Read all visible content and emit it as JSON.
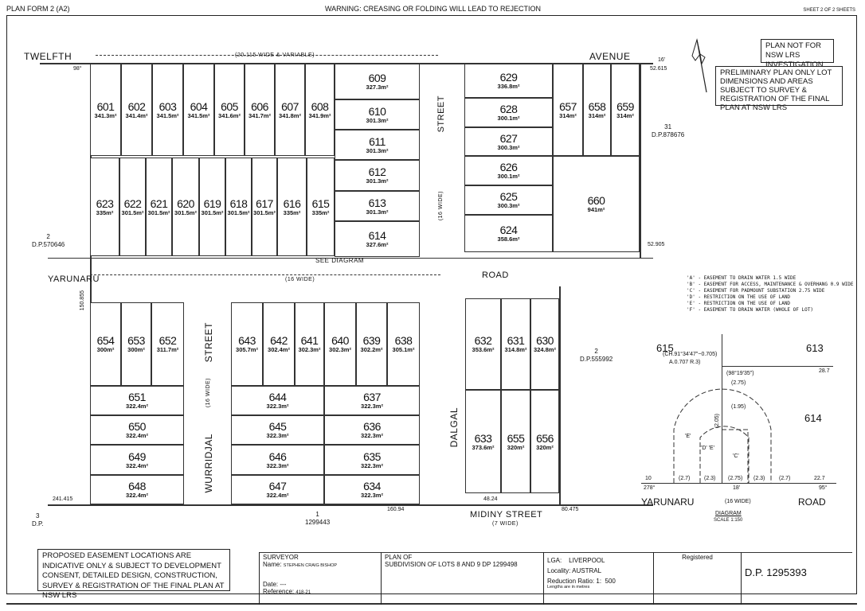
{
  "header": {
    "form": "PLAN FORM 2 (A2)",
    "warning": "WARNING: CREASING OR FOLDING WILL LEAD TO REJECTION",
    "sheet": "SHEET 2 OF 2 SHEETS"
  },
  "notes": {
    "not_for_investigation": "PLAN NOT FOR NSW LRS INVESTIGATION",
    "preliminary": "PRELIMINARY PLAN ONLY LOT DIMENSIONS AND AREAS SUBJECT TO SURVEY & REGISTRATION OF THE FINAL PLAN AT NSW LRS",
    "easement": "PROPOSED EASEMENT LOCATIONS ARE INDICATIVE ONLY & SUBJECT TO DEVELOPMENT CONSENT, DETAILED DESIGN, CONSTRUCTION, SURVEY & REGISTRATION OF THE FINAL PLAN AT NSW LRS"
  },
  "roads": {
    "twelfth": "TWELFTH",
    "avenue": "AVENUE",
    "twelfth_width": "(20.115 WIDE & VARIABLE)",
    "yarunaru": "YARUNARU",
    "yarunaru_road": "ROAD",
    "yarunaru_width": "(16 WIDE)",
    "street_top": "STREET",
    "street_top_width": "(16 WIDE)",
    "wurridjal": "WURRIDJAL",
    "wurridjal_street": "STREET",
    "wurridjal_width": "(16 WIDE)",
    "dalgal": "DALGAL",
    "midiny": "MIDINY STREET",
    "midiny_width": "(7 WIDE)",
    "see_diagram": "SEE   DIAGRAM"
  },
  "adjoining": [
    {
      "lot": "2",
      "dp": "D.P.570646"
    },
    {
      "lot": "31",
      "dp": "D.P.878676"
    },
    {
      "lot": "2",
      "dp": "D.P.555992"
    },
    {
      "lot": "1",
      "dp": "1299443"
    },
    {
      "lot": "3",
      "dp": "D.P."
    }
  ],
  "lots": [
    {
      "number": "601",
      "area": "341.3m²"
    },
    {
      "number": "602",
      "area": "341.4m²"
    },
    {
      "number": "603",
      "area": "341.5m²"
    },
    {
      "number": "604",
      "area": "341.5m²"
    },
    {
      "number": "605",
      "area": "341.6m²"
    },
    {
      "number": "606",
      "area": "341.7m²"
    },
    {
      "number": "607",
      "area": "341.8m²"
    },
    {
      "number": "608",
      "area": "341.9m²"
    },
    {
      "number": "609",
      "area": "327.3m²"
    },
    {
      "number": "610",
      "area": "301.3m²"
    },
    {
      "number": "611",
      "area": "301.3m²"
    },
    {
      "number": "612",
      "area": "301.3m²"
    },
    {
      "number": "613",
      "area": "301.3m²"
    },
    {
      "number": "614",
      "area": "327.6m²"
    },
    {
      "number": "615",
      "area": "335m²"
    },
    {
      "number": "616",
      "area": "335m²"
    },
    {
      "number": "617",
      "area": "301.5m²"
    },
    {
      "number": "618",
      "area": "301.5m²"
    },
    {
      "number": "619",
      "area": "301.5m²"
    },
    {
      "number": "620",
      "area": "301.5m²"
    },
    {
      "number": "621",
      "area": "301.5m²"
    },
    {
      "number": "622",
      "area": "301.5m²"
    },
    {
      "number": "623",
      "area": "335m²"
    },
    {
      "number": "624",
      "area": "358.6m²"
    },
    {
      "number": "625",
      "area": "300.3m²"
    },
    {
      "number": "626",
      "area": "300.1m²"
    },
    {
      "number": "627",
      "area": "300.3m²"
    },
    {
      "number": "628",
      "area": "300.1m²"
    },
    {
      "number": "629",
      "area": "336.8m²"
    },
    {
      "number": "657",
      "area": "314m²"
    },
    {
      "number": "658",
      "area": "314m²"
    },
    {
      "number": "659",
      "area": "314m²"
    },
    {
      "number": "660",
      "area": "941m²"
    },
    {
      "number": "654",
      "area": "300m²"
    },
    {
      "number": "653",
      "area": "300m²"
    },
    {
      "number": "652",
      "area": "311.7m²"
    },
    {
      "number": "651",
      "area": "322.4m²"
    },
    {
      "number": "650",
      "area": "322.4m²"
    },
    {
      "number": "649",
      "area": "322.4m²"
    },
    {
      "number": "648",
      "area": "322.4m²"
    },
    {
      "number": "643",
      "area": "305.7m²"
    },
    {
      "number": "642",
      "area": "302.4m²"
    },
    {
      "number": "641",
      "area": "302.3m²"
    },
    {
      "number": "640",
      "area": "302.3m²"
    },
    {
      "number": "639",
      "area": "302.2m²"
    },
    {
      "number": "638",
      "area": "305.1m²"
    },
    {
      "number": "644",
      "area": "322.3m²"
    },
    {
      "number": "645",
      "area": "322.3m²"
    },
    {
      "number": "646",
      "area": "322.3m²"
    },
    {
      "number": "647",
      "area": "322.4m²"
    },
    {
      "number": "637",
      "area": "322.3m²"
    },
    {
      "number": "636",
      "area": "322.3m²"
    },
    {
      "number": "635",
      "area": "322.3m²"
    },
    {
      "number": "634",
      "area": "322.3m²"
    },
    {
      "number": "632",
      "area": "353.6m²"
    },
    {
      "number": "631",
      "area": "314.8m²"
    },
    {
      "number": "630",
      "area": "324.8m²"
    },
    {
      "number": "633",
      "area": "373.6m²"
    },
    {
      "number": "655",
      "area": "320m²"
    },
    {
      "number": "656",
      "area": "320m²"
    }
  ],
  "legend": [
    "'A'   - EASEMENT TO DRAIN WATER 1.5 WIDE",
    "'B'   - EASEMENT FOR ACCESS, MAINTENANCE & OVERHANG 0.9 WIDE",
    "'C'   - EASEMENT FOR PADMOUNT SUBSTATION 2.75 WIDE",
    "'D'   - RESTRICTION ON THE USE OF LAND",
    "'E'   - RESTRICTION ON THE USE OF LAND",
    "'F'   - EASEMENT TO DRAIN WATER (WHOLE OF LOT)"
  ],
  "diagram": {
    "lot_left": "615",
    "lot_right_top": "613",
    "lot_right": "614",
    "road": "YARUNARU",
    "road_width": "(16 WIDE)",
    "road_suffix": "ROAD",
    "title": "DIAGRAM",
    "scale": "SCALE 1:150",
    "dims": [
      "(CH.91°34'47\"~0.705)",
      "A.0.707 R.3)",
      "(98°19'35\")",
      "(2.75)",
      "(1.95)",
      "(2.05)",
      "(2.7)",
      "(2.3)",
      "(2.75)",
      "(2.3)",
      "(2.7)",
      "10",
      "22.7",
      "278°",
      "18'",
      "95°",
      "28.7",
      "'C'",
      "'E'",
      "'D' 'E'"
    ]
  },
  "title_block": {
    "surveyor_label": "SURVEYOR",
    "name_label": "Name:",
    "name": "STEPHEN CRAIG BISHOP",
    "date_label": "Date:",
    "date": "---",
    "reference_label": "Reference:",
    "reference": "418-21",
    "plan_of_label": "PLAN OF",
    "plan_of": "SUBDIVISION OF LOTS 8 AND 9 DP 1299498",
    "lga_label": "LGA:",
    "lga": "LIVERPOOL",
    "locality_label": "Locality:",
    "locality": "AUSTRAL",
    "ratio_label": "Reduction Ratio: 1:",
    "ratio": "500",
    "lengths": "Lengths are in metres",
    "registered_label": "Registered",
    "dp": "D.P. 1295393"
  },
  "dimensions": {
    "twelfth_left": "98°",
    "twelfth_right": "16'",
    "top_right": "52.615",
    "lot660_right": "52.905",
    "midiny_total": "160.94",
    "midiny_right": "80.475",
    "left_bottom": "241.415",
    "yarunaru_left": "150.855",
    "midiny_left": "48.24"
  }
}
